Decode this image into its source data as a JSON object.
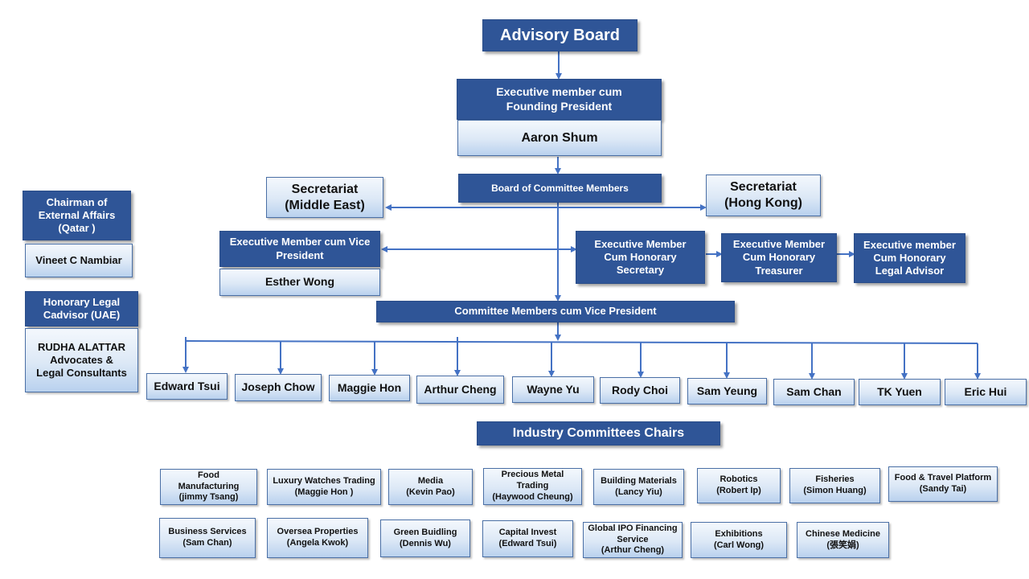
{
  "colors": {
    "dark_box": "#2f5597",
    "light_box_top": "#f4f8fd",
    "light_box_bottom": "#b9d1ee",
    "connector": "#4472c4",
    "border": "#4a6fa5"
  },
  "advisory_board": "Advisory Board",
  "founding_president": {
    "title": "Executive member cum\nFounding President",
    "name": "Aaron Shum"
  },
  "board_of_committee": "Board of Committee Members",
  "secretariat_me": "Secretariat\n(Middle East)",
  "secretariat_hk": "Secretariat\n(Hong Kong)",
  "vice_president": {
    "title": "Executive Member cum Vice\nPresident",
    "name": "Esther Wong"
  },
  "hon_secretary": "Executive Member\nCum Honorary\nSecretary",
  "hon_treasurer": "Executive Member\nCum Honorary\nTreasurer",
  "hon_legal": "Executive member\nCum Honorary\nLegal Advisor",
  "external_affairs": {
    "title": "Chairman of\nExternal Affairs\n(Qatar )",
    "name": "Vineet C Nambiar"
  },
  "legal_uae": {
    "title": "Honorary Legal\nCadvisor (UAE)",
    "name": "RUDHA ALATTAR\nAdvocates &\nLegal Consultants"
  },
  "committee_vp": "Committee Members cum Vice President",
  "committee_members": [
    "Edward Tsui",
    "Joseph Chow",
    "Maggie Hon",
    "Arthur Cheng",
    "Wayne Yu",
    "Rody Choi",
    "Sam Yeung",
    "Sam Chan",
    "TK Yuen",
    "Eric Hui"
  ],
  "industry_header": "Industry Committees Chairs",
  "industry_chairs_row1": [
    "Food\nManufacturing\n(jimmy Tsang)",
    "Luxury Watches Trading\n(Maggie Hon )",
    "Media\n(Kevin Pao)",
    "Precious Metal\nTrading\n(Haywood Cheung)",
    "Building Materials\n(Lancy Yiu)",
    "Robotics\n(Robert Ip)",
    "Fisheries\n(Simon Huang)",
    "Food  & Travel Platform\n(Sandy Tai)"
  ],
  "industry_chairs_row2": [
    "Business Services\n(Sam Chan)",
    "Oversea Properties\n(Angela Kwok)",
    "Green Buidling\n(Dennis Wu)",
    "Capital Invest\n(Edward Tsui)",
    "Global IPO Financing\nService\n(Arthur Cheng)",
    "Exhibitions\n(Carl Wong)",
    "Chinese Medicine\n(張笑娟)"
  ]
}
